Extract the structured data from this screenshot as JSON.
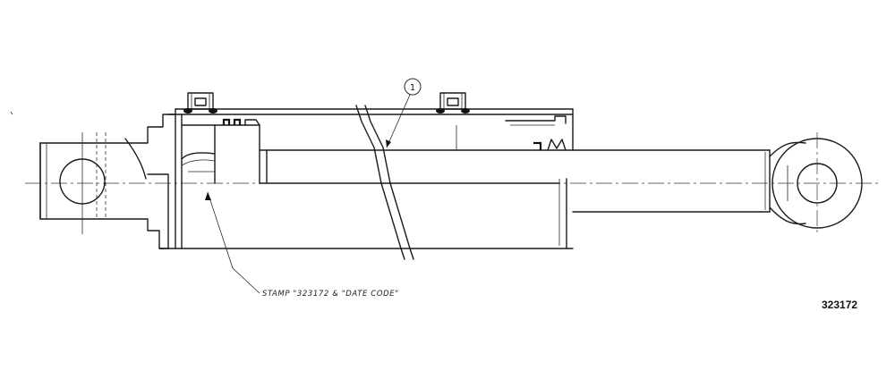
{
  "drawing": {
    "part_number": "323172",
    "balloon_callout": "1",
    "stamp_note": "STAMP \"323172 & \"DATE CODE\""
  },
  "colors": {
    "line": "#1a1a1a",
    "background": "#ffffff"
  }
}
